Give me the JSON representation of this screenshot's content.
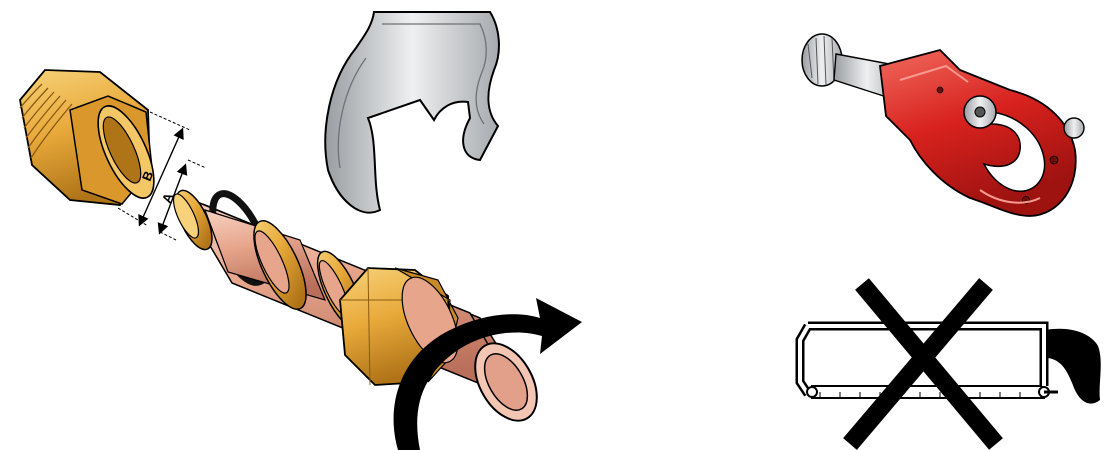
{
  "dimension_labels": {
    "outer": "B",
    "inner": "A"
  },
  "illustrations": [
    {
      "name": "compression-fitting-assembly",
      "icon": "pipe-fitting-icon"
    },
    {
      "name": "open-end-wrench",
      "icon": "wrench-icon"
    },
    {
      "name": "pipe-cutter",
      "icon": "pipe-cutter-icon"
    },
    {
      "name": "hacksaw-prohibited",
      "icon": "hacksaw-icon"
    }
  ],
  "colors": {
    "brass": "#E8A93A",
    "brass_dark": "#B07418",
    "copper": "#E7A58C",
    "copper_dark": "#B96F59",
    "cutter_red": "#D8221E",
    "steel": "#C9CBCE",
    "ink": "#000000"
  }
}
